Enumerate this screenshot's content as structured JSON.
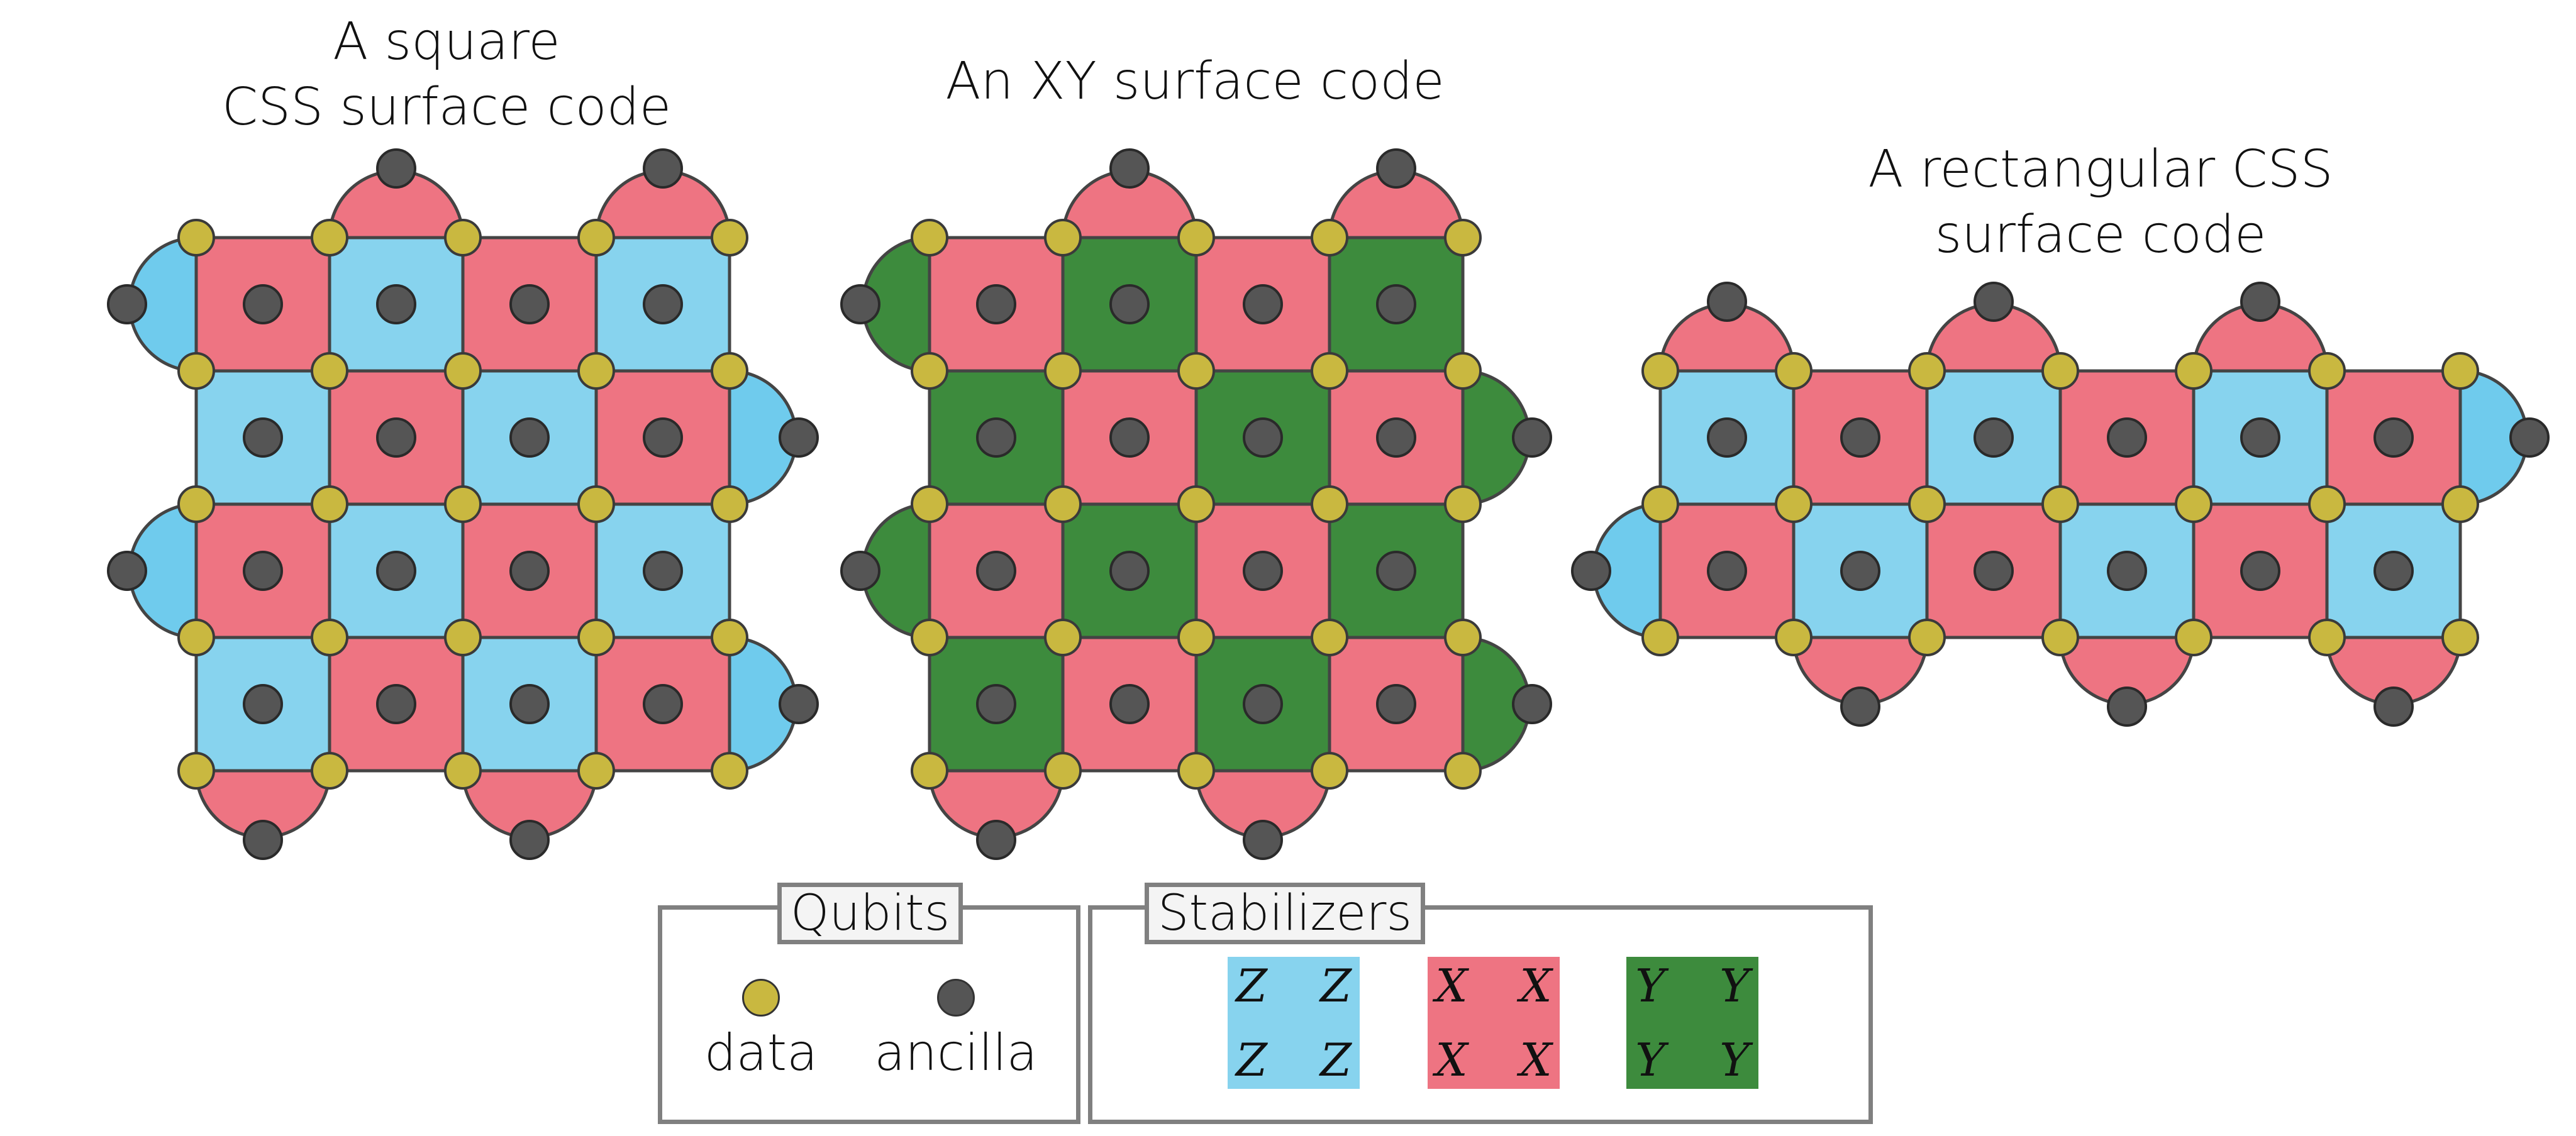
{
  "titles": {
    "square_css": [
      "A square",
      "CSS surface code"
    ],
    "xy": [
      "An XY surface code"
    ],
    "rect_css": [
      "A rectangular CSS",
      "surface code"
    ]
  },
  "legend": {
    "qubits": {
      "title": "Qubits",
      "data_label": "data",
      "ancilla_label": "ancilla"
    },
    "stabilizers": {
      "title": "Stabilizers",
      "items": [
        {
          "letter": "Z",
          "color": "#87d3ee"
        },
        {
          "letter": "X",
          "color": "#ee7482"
        },
        {
          "letter": "Y",
          "color": "#3d8b3d"
        }
      ]
    }
  },
  "colors": {
    "z_stabilizer": "#87d3ee",
    "z_stabilizer_boundary": "#6fcbed",
    "x_stabilizer": "#ee7482",
    "y_stabilizer": "#3d8b3d",
    "data_qubit": "#c9b840",
    "ancilla_qubit": "#555555",
    "edge": "#444444"
  },
  "codes": [
    {
      "key": "square_css",
      "rows": 4,
      "cols": 4,
      "bulk": [
        [
          "X",
          "Z",
          "X",
          "Z"
        ],
        [
          "Z",
          "X",
          "Z",
          "X"
        ],
        [
          "X",
          "Z",
          "X",
          "Z"
        ],
        [
          "Z",
          "X",
          "Z",
          "X"
        ]
      ],
      "boundary": [
        {
          "side": "top",
          "index": 1,
          "type": "X"
        },
        {
          "side": "top",
          "index": 3,
          "type": "X"
        },
        {
          "side": "bottom",
          "index": 0,
          "type": "X"
        },
        {
          "side": "bottom",
          "index": 2,
          "type": "X"
        },
        {
          "side": "left",
          "index": 0,
          "type": "Z"
        },
        {
          "side": "left",
          "index": 2,
          "type": "Z"
        },
        {
          "side": "right",
          "index": 1,
          "type": "Z"
        },
        {
          "side": "right",
          "index": 3,
          "type": "Z"
        }
      ]
    },
    {
      "key": "xy",
      "rows": 4,
      "cols": 4,
      "bulk": [
        [
          "X",
          "Y",
          "X",
          "Y"
        ],
        [
          "Y",
          "X",
          "Y",
          "X"
        ],
        [
          "X",
          "Y",
          "X",
          "Y"
        ],
        [
          "Y",
          "X",
          "Y",
          "X"
        ]
      ],
      "boundary": [
        {
          "side": "top",
          "index": 1,
          "type": "X"
        },
        {
          "side": "top",
          "index": 3,
          "type": "X"
        },
        {
          "side": "bottom",
          "index": 0,
          "type": "X"
        },
        {
          "side": "bottom",
          "index": 2,
          "type": "X"
        },
        {
          "side": "left",
          "index": 0,
          "type": "Y"
        },
        {
          "side": "left",
          "index": 2,
          "type": "Y"
        },
        {
          "side": "right",
          "index": 1,
          "type": "Y"
        },
        {
          "side": "right",
          "index": 3,
          "type": "Y"
        }
      ]
    },
    {
      "key": "rect_css",
      "rows": 2,
      "cols": 6,
      "bulk": [
        [
          "Z",
          "X",
          "Z",
          "X",
          "Z",
          "X"
        ],
        [
          "X",
          "Z",
          "X",
          "Z",
          "X",
          "Z"
        ]
      ],
      "boundary": [
        {
          "side": "top",
          "index": 0,
          "type": "X"
        },
        {
          "side": "top",
          "index": 2,
          "type": "X"
        },
        {
          "side": "top",
          "index": 4,
          "type": "X"
        },
        {
          "side": "bottom",
          "index": 1,
          "type": "X"
        },
        {
          "side": "bottom",
          "index": 3,
          "type": "X"
        },
        {
          "side": "bottom",
          "index": 5,
          "type": "X"
        },
        {
          "side": "left",
          "index": 1,
          "type": "Z"
        },
        {
          "side": "right",
          "index": 0,
          "type": "Z"
        }
      ]
    }
  ]
}
